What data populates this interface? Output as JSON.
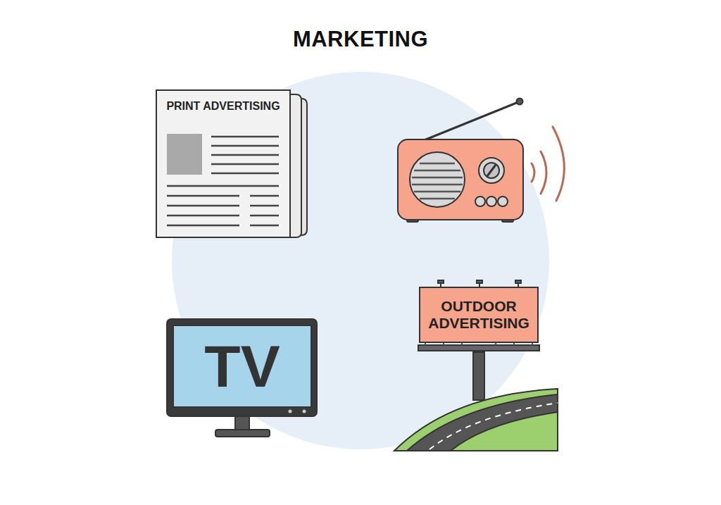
{
  "diagram": {
    "title": "MARKETING",
    "nodes": [
      {
        "text": [
          "PRINT ADVERTISING"
        ]
      },
      {
        "text": [
          "TV"
        ]
      },
      {
        "text": [
          "OUTDOOR ADVERTISING"
        ]
      }
    ]
  }
}
